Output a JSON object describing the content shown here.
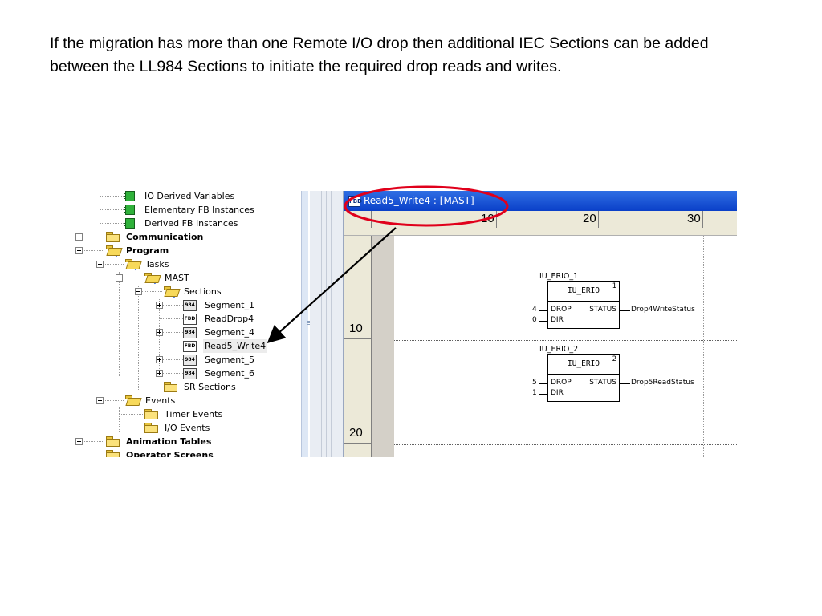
{
  "slide": {
    "text": "If the migration has more than one Remote I/O drop then additional IEC Sections can be added between the LL984 Sections to initiate the required drop reads and writes."
  },
  "tree": {
    "io_derived_variables": "IO Derived Variables",
    "elementary_fb_instances": "Elementary FB Instances",
    "derived_fb_instances": "Derived FB Instances",
    "communication": "Communication",
    "program": "Program",
    "tasks": "Tasks",
    "mast": "MAST",
    "sections": "Sections",
    "segment_1": "Segment_1",
    "readdrop4": "ReadDrop4",
    "segment_4": "Segment_4",
    "read5_write4": "Read5_Write4",
    "segment_5": "Segment_5",
    "segment_6": "Segment_6",
    "sr_sections": "SR Sections",
    "events": "Events",
    "timer_events": "Timer Events",
    "io_events": "I/O Events",
    "animation_tables": "Animation Tables",
    "operator_screens": "Operator Screens"
  },
  "icons": {
    "ll984_section": "984",
    "fbd_section": "FBD"
  },
  "editor": {
    "icon_text": "FBD",
    "title": "Read5_Write4 : [MAST]",
    "col_10": "10",
    "col_20": "20",
    "col_30": "30",
    "row_10": "10",
    "row_20": "20",
    "block1": {
      "instance": "IU_ERIO_1",
      "type": "IU_ERIO",
      "exec": "1",
      "drop_value": "4",
      "dir_value": "0",
      "in1": "DROP",
      "in2": "DIR",
      "out": "STATUS",
      "out_var": "Drop4WriteStatus"
    },
    "block2": {
      "instance": "IU_ERIO_2",
      "type": "IU_ERIO",
      "exec": "2",
      "drop_value": "5",
      "dir_value": "1",
      "in1": "DROP",
      "in2": "DIR",
      "out": "STATUS",
      "out_var": "Drop5ReadStatus"
    }
  },
  "colors": {
    "title_bar": "#0a3fc8",
    "highlight_ellipse": "#e0001b",
    "annotation_arrow": "#000000"
  }
}
